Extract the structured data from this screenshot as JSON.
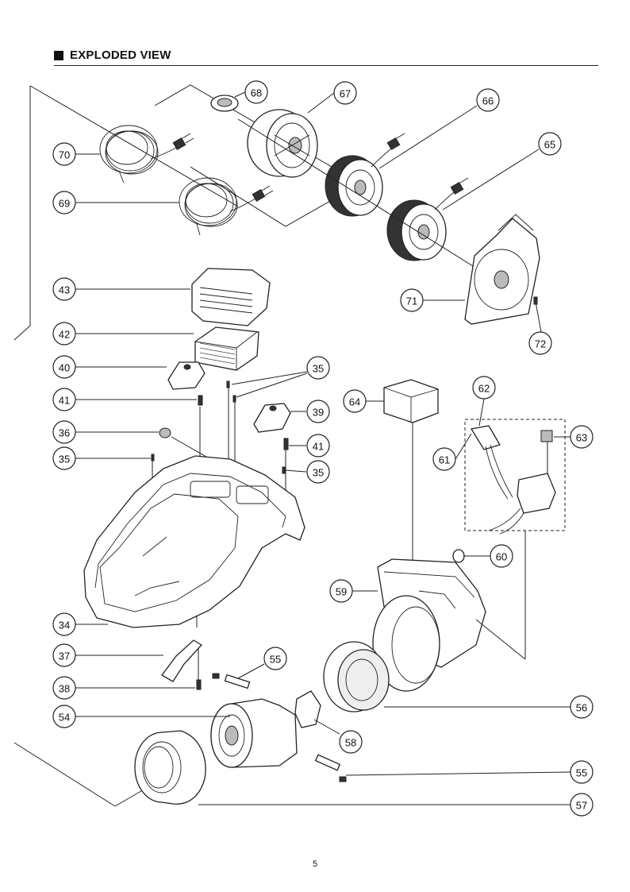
{
  "header": {
    "title": "EXPLODED VIEW"
  },
  "page_number": "5",
  "callouts": [
    {
      "id": "c70",
      "label": "70"
    },
    {
      "id": "c69",
      "label": "69"
    },
    {
      "id": "c68",
      "label": "68"
    },
    {
      "id": "c67",
      "label": "67"
    },
    {
      "id": "c66",
      "label": "66"
    },
    {
      "id": "c65",
      "label": "65"
    },
    {
      "id": "c71",
      "label": "71"
    },
    {
      "id": "c72",
      "label": "72"
    },
    {
      "id": "c43",
      "label": "43"
    },
    {
      "id": "c42",
      "label": "42"
    },
    {
      "id": "c40",
      "label": "40"
    },
    {
      "id": "c35a",
      "label": "35"
    },
    {
      "id": "c41a",
      "label": "41"
    },
    {
      "id": "c39",
      "label": "39"
    },
    {
      "id": "c36",
      "label": "36"
    },
    {
      "id": "c35b",
      "label": "35"
    },
    {
      "id": "c41b",
      "label": "41"
    },
    {
      "id": "c35c",
      "label": "35"
    },
    {
      "id": "c64",
      "label": "64"
    },
    {
      "id": "c62",
      "label": "62"
    },
    {
      "id": "c63",
      "label": "63"
    },
    {
      "id": "c61",
      "label": "61"
    },
    {
      "id": "c60",
      "label": "60"
    },
    {
      "id": "c59",
      "label": "59"
    },
    {
      "id": "c34",
      "label": "34"
    },
    {
      "id": "c37",
      "label": "37"
    },
    {
      "id": "c55a",
      "label": "55"
    },
    {
      "id": "c38",
      "label": "38"
    },
    {
      "id": "c56",
      "label": "56"
    },
    {
      "id": "c54",
      "label": "54"
    },
    {
      "id": "c58",
      "label": "58"
    },
    {
      "id": "c55b",
      "label": "55"
    },
    {
      "id": "c57",
      "label": "57"
    }
  ]
}
